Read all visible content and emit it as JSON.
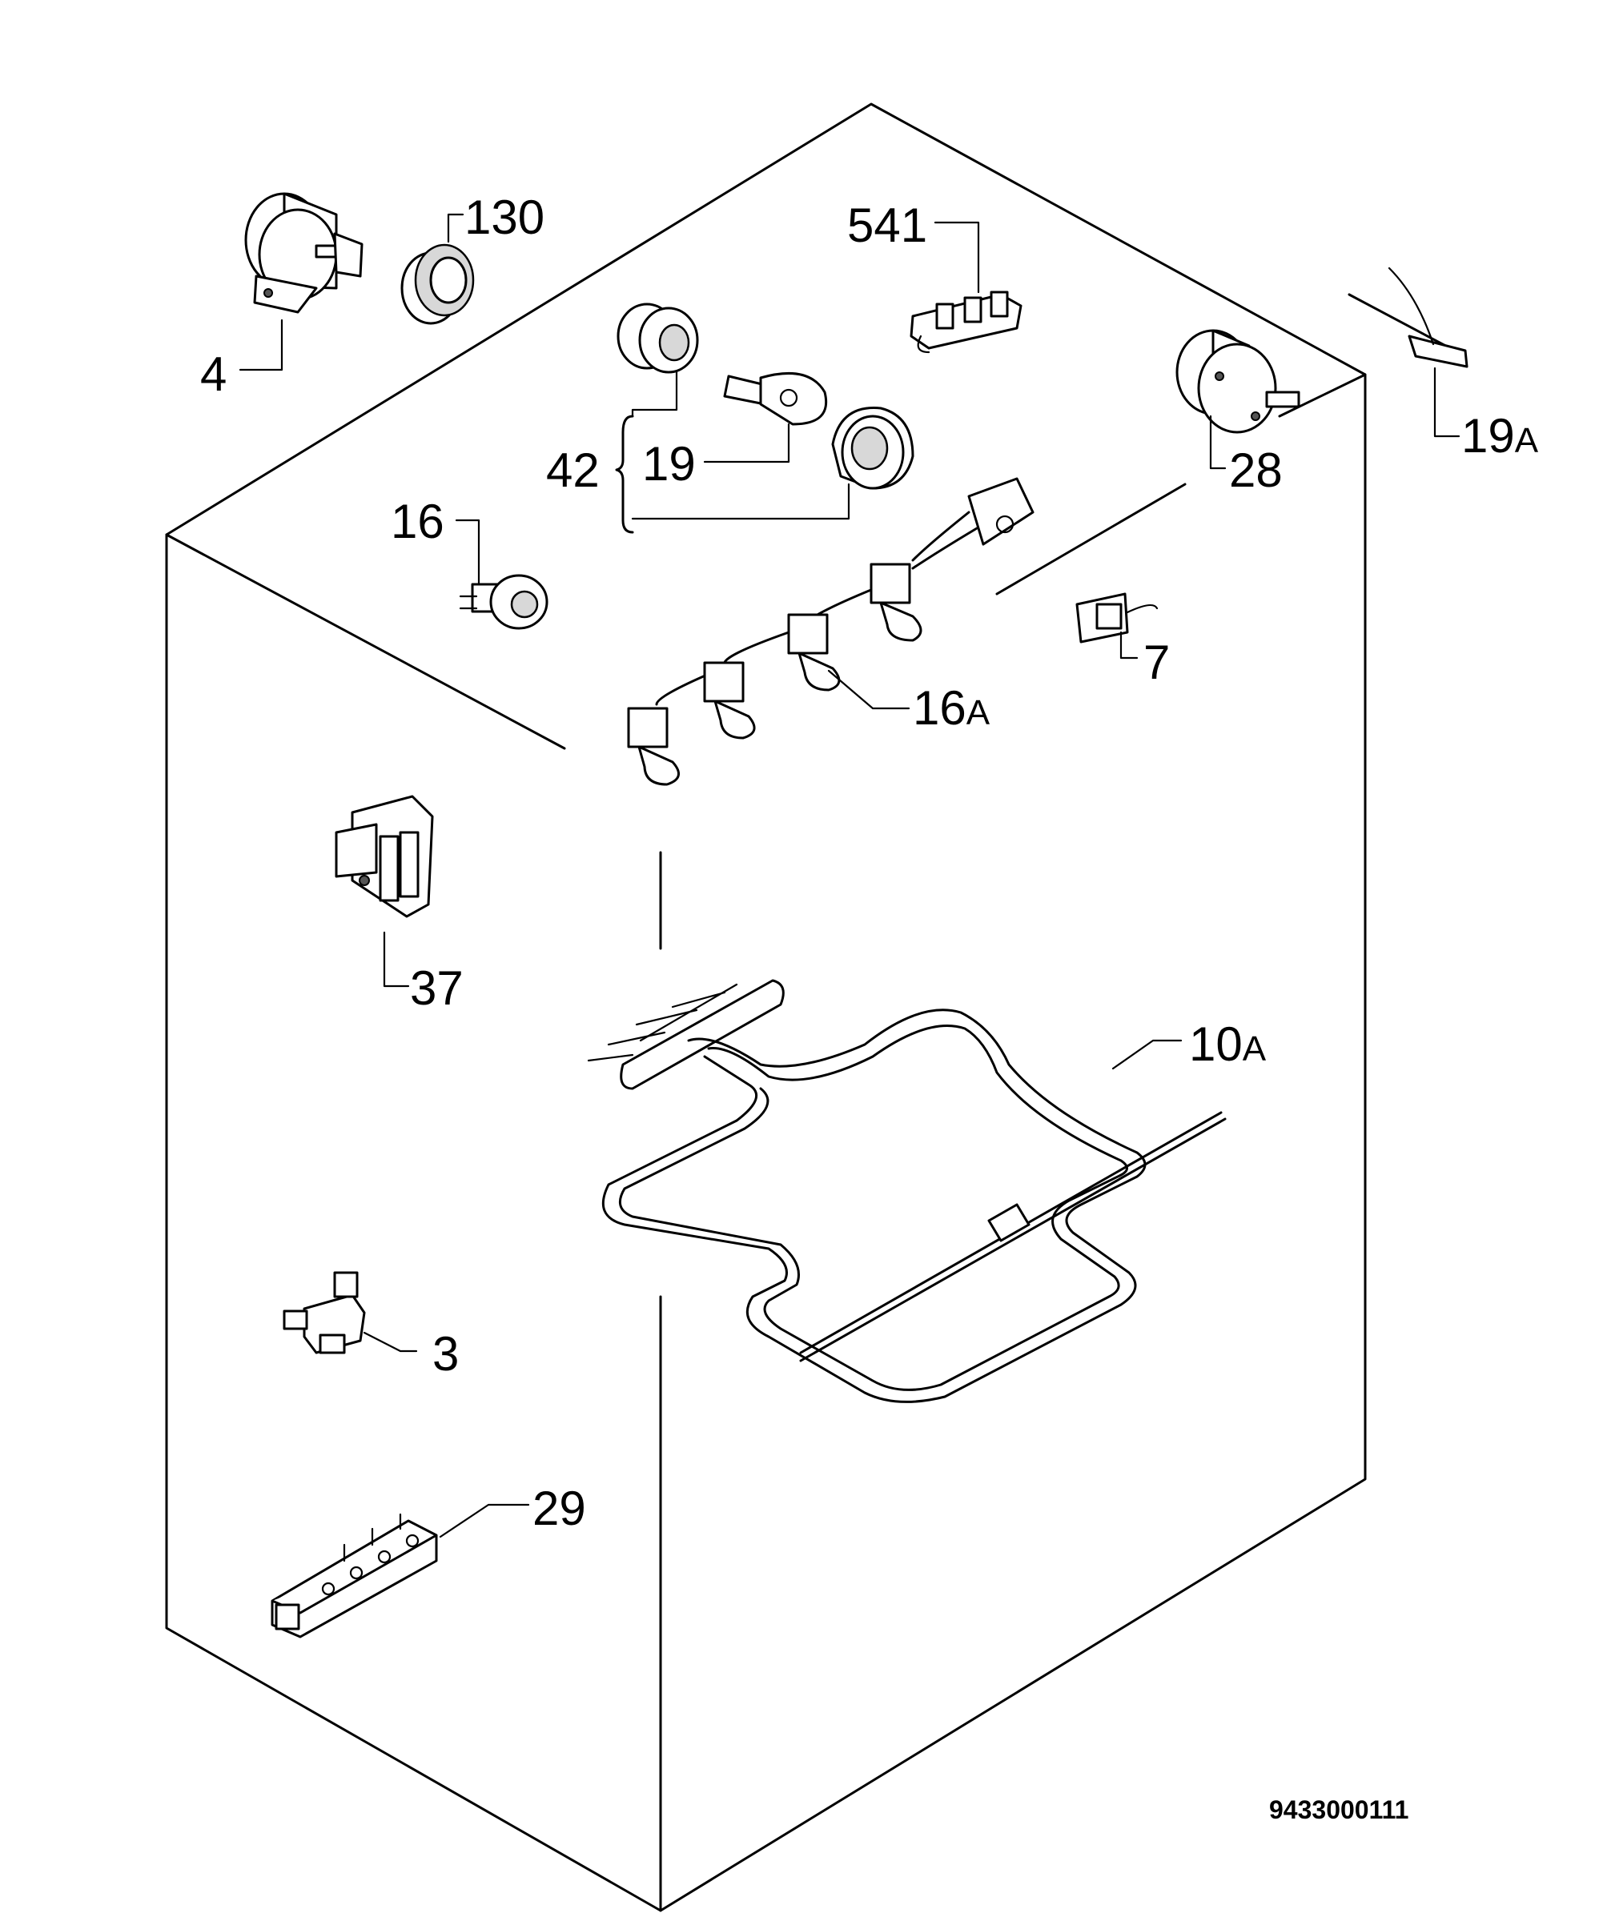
{
  "diagram": {
    "drawing_number": "9433000111",
    "labels": {
      "p4": "4",
      "p130": "130",
      "p541": "541",
      "p19a_num": "19",
      "p19a_suffix": "A",
      "p42": "42",
      "p19": "19",
      "p28": "28",
      "p16": "16",
      "p7": "7",
      "p16a_num": "16",
      "p16a_suffix": "A",
      "p37": "37",
      "p10a_num": "10",
      "p10a_suffix": "A",
      "p3": "3",
      "p29": "29"
    }
  }
}
